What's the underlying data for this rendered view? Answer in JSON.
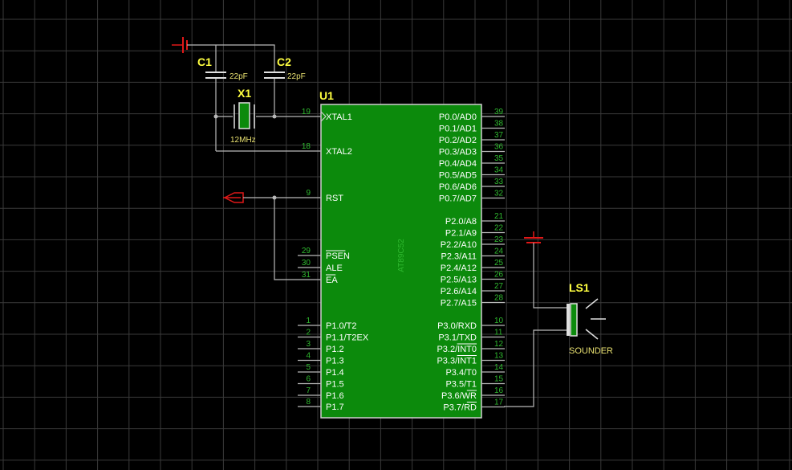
{
  "colors": {
    "background": "#000000",
    "grid": "#3a3a3a",
    "chip_body": "#0c8a0c",
    "chip_border": "#cfcfcf",
    "wire": "#b9b9b9",
    "pin_number": "#2fb82f",
    "ref_text": "#ffff40",
    "terminal": "#e01818"
  },
  "u1": {
    "ref": "U1",
    "part": "AT89C52",
    "left_pins": [
      {
        "num": "19",
        "label": "XTAL1"
      },
      {
        "num": "18",
        "label": "XTAL2"
      },
      {
        "num": "9",
        "label": "RST"
      },
      {
        "num": "29",
        "label": "PSEN"
      },
      {
        "num": "30",
        "label": "ALE"
      },
      {
        "num": "31",
        "label": "EA"
      },
      {
        "num": "1",
        "label": "P1.0/T2"
      },
      {
        "num": "2",
        "label": "P1.1/T2EX"
      },
      {
        "num": "3",
        "label": "P1.2"
      },
      {
        "num": "4",
        "label": "P1.3"
      },
      {
        "num": "5",
        "label": "P1.4"
      },
      {
        "num": "6",
        "label": "P1.5"
      },
      {
        "num": "7",
        "label": "P1.6"
      },
      {
        "num": "8",
        "label": "P1.7"
      }
    ],
    "right_pins": [
      {
        "num": "39",
        "label": "P0.0/AD0"
      },
      {
        "num": "38",
        "label": "P0.1/AD1"
      },
      {
        "num": "37",
        "label": "P0.2/AD2"
      },
      {
        "num": "36",
        "label": "P0.3/AD3"
      },
      {
        "num": "35",
        "label": "P0.4/AD4"
      },
      {
        "num": "34",
        "label": "P0.5/AD5"
      },
      {
        "num": "33",
        "label": "P0.6/AD6"
      },
      {
        "num": "32",
        "label": "P0.7/AD7"
      },
      {
        "num": "21",
        "label": "P2.0/A8"
      },
      {
        "num": "22",
        "label": "P2.1/A9"
      },
      {
        "num": "23",
        "label": "P2.2/A10"
      },
      {
        "num": "24",
        "label": "P2.3/A11"
      },
      {
        "num": "25",
        "label": "P2.4/A12"
      },
      {
        "num": "26",
        "label": "P2.5/A13"
      },
      {
        "num": "27",
        "label": "P2.6/A14"
      },
      {
        "num": "28",
        "label": "P2.7/A15"
      },
      {
        "num": "10",
        "label": "P3.0/RXD"
      },
      {
        "num": "11",
        "label": "P3.1/TXD"
      },
      {
        "num": "12",
        "label": "P3.2/INT0"
      },
      {
        "num": "13",
        "label": "P3.3/INT1"
      },
      {
        "num": "14",
        "label": "P3.4/T0"
      },
      {
        "num": "15",
        "label": "P3.5/T1"
      },
      {
        "num": "16",
        "label": "P3.6/WR"
      },
      {
        "num": "17",
        "label": "P3.7/RD"
      }
    ]
  },
  "c1": {
    "ref": "C1",
    "value": "22pF"
  },
  "c2": {
    "ref": "C2",
    "value": "22pF"
  },
  "x1": {
    "ref": "X1",
    "value": "12MHz"
  },
  "ls1": {
    "ref": "LS1",
    "type": "SOUNDER"
  },
  "icons": [
    "ground-icon",
    "power-icon",
    "rst-terminal-icon",
    "speaker-icon"
  ]
}
